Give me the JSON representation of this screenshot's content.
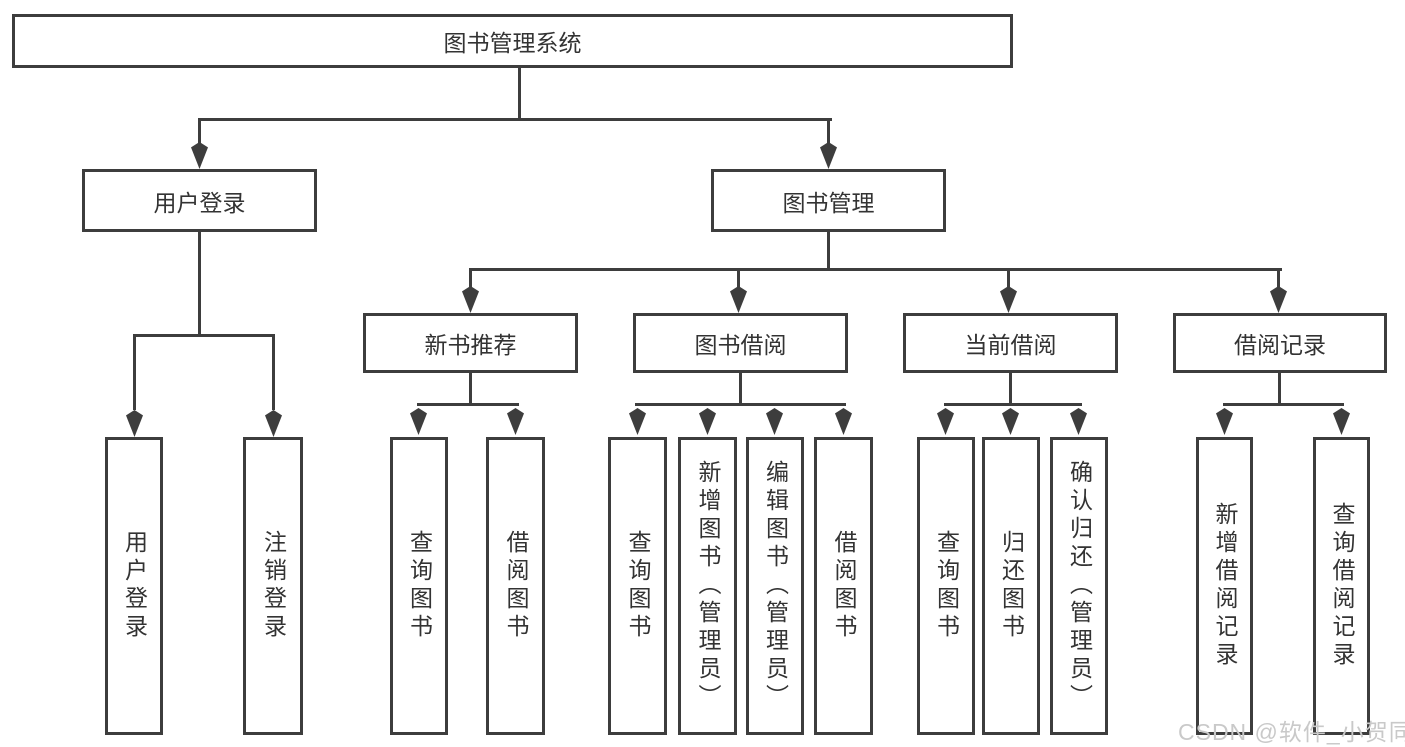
{
  "root": {
    "label": "图书管理系统"
  },
  "level2": [
    {
      "label": "用户登录"
    },
    {
      "label": "图书管理"
    }
  ],
  "level3": [
    {
      "label": "新书推荐"
    },
    {
      "label": "图书借阅"
    },
    {
      "label": "当前借阅"
    },
    {
      "label": "借阅记录"
    }
  ],
  "leaves": [
    {
      "label": "用户登录"
    },
    {
      "label": "注销登录"
    },
    {
      "label": "查询图书"
    },
    {
      "label": "借阅图书"
    },
    {
      "label": "查询图书"
    },
    {
      "label": "新增图书（管理员）"
    },
    {
      "label": "编辑图书（管理员）"
    },
    {
      "label": "借阅图书"
    },
    {
      "label": "查询图书"
    },
    {
      "label": "归还图书"
    },
    {
      "label": "确认归还（管理员）"
    },
    {
      "label": "新增借阅记录"
    },
    {
      "label": "查询借阅记录"
    }
  ],
  "watermark": {
    "text": "CSDN @软件_小贺同学"
  },
  "colors": {
    "line": "#3d3d3d",
    "text": "#333333",
    "watermark": "#c9c9c9",
    "background": "#ffffff"
  }
}
